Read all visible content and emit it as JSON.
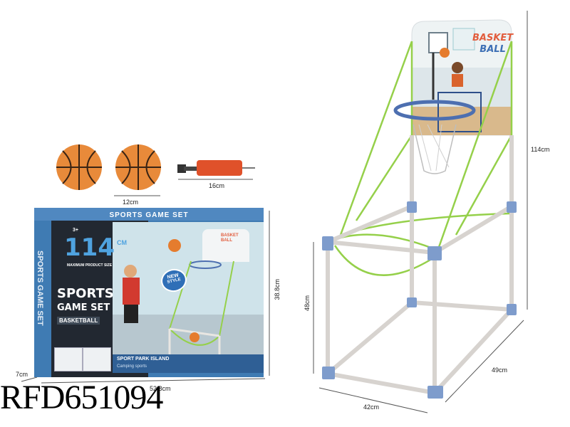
{
  "dimensions": {
    "height_total": "114cm",
    "height_frame": "48cm",
    "depth": "49cm",
    "width": "42cm",
    "ball": "12cm",
    "pump": "16cm",
    "box_height": "38.8cm",
    "box_depth": "7cm",
    "box_width": "52.8cm"
  },
  "backboard": {
    "title_line1": "BASKET",
    "title_line2": "BALL"
  },
  "box": {
    "top_banner": "SPORTS GAME SET",
    "size_number": "114",
    "size_unit": "CM",
    "size_caption": "MAXIMUM PRODUCT SIZE",
    "age": "3+",
    "title_line1": "SPORTS",
    "title_line2": "GAME SET",
    "subtitle": "BASKETBALL",
    "side_text": "SPORTS GAME SET",
    "badge_line1": "NEW",
    "badge_line2": "STYLE",
    "brand": "SPORT PARK ISLAND",
    "tagline": "Camping sports",
    "mini_backboard": "BASKET BALL"
  },
  "sku": "RFD651094"
}
